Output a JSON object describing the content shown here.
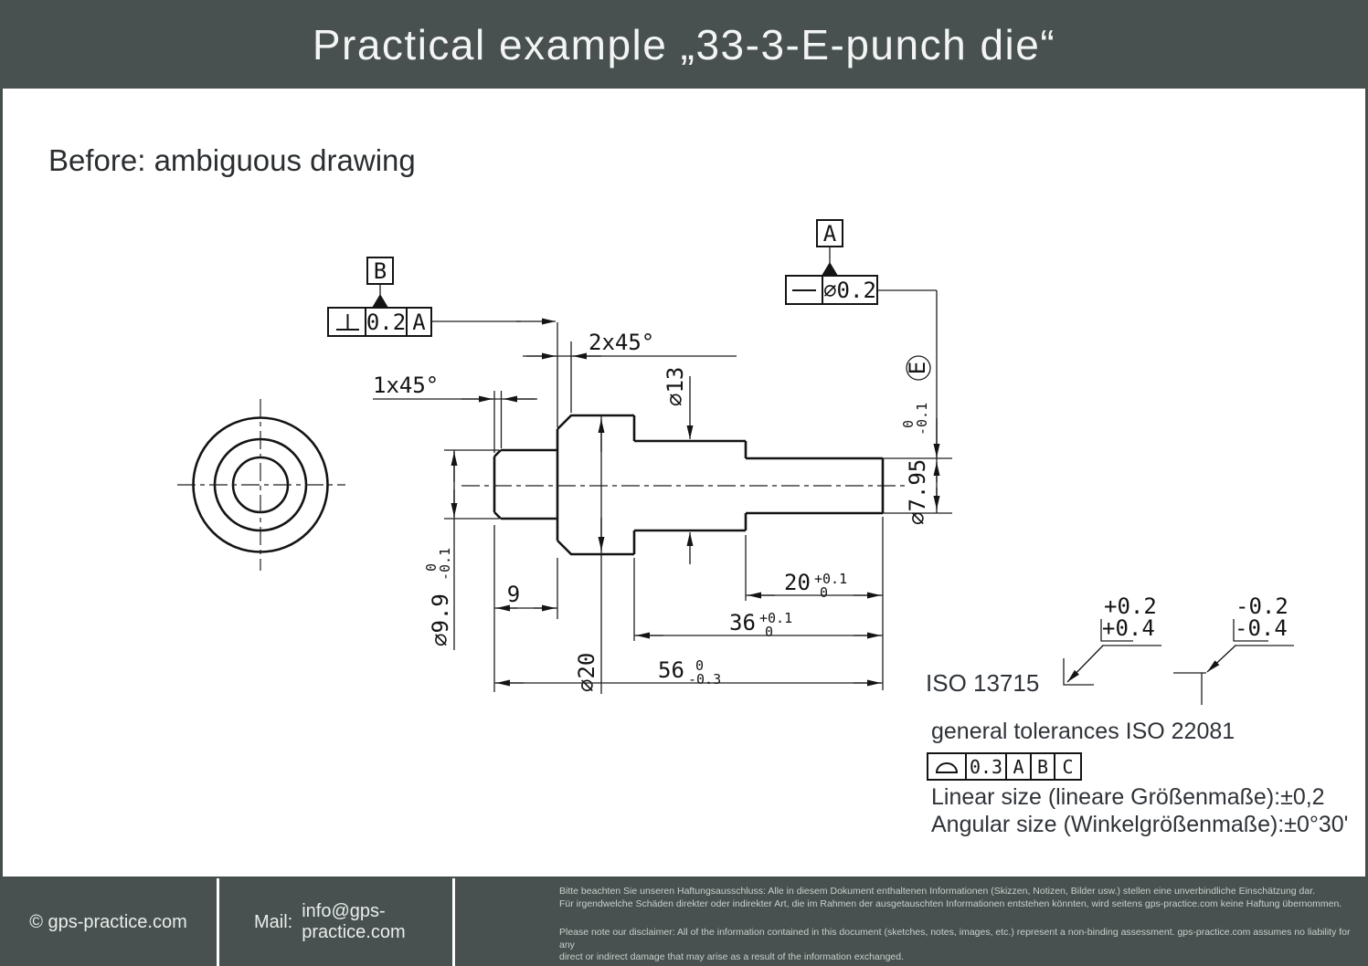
{
  "header": {
    "title": "Practical example „33-3-E-punch die“"
  },
  "content": {
    "heading": "Before: ambiguous drawing"
  },
  "colors": {
    "band": "#48514f",
    "paper": "#ffffff",
    "line": "#141414"
  },
  "drawing": {
    "datum_b": "B",
    "datum_a": "A",
    "fcf_perp": {
      "symbol_name": "perpendicularity",
      "tolerance": "0.2",
      "datum": "A"
    },
    "fcf_straight": {
      "symbol_name": "straightness",
      "tolerance": "⌀0.2"
    },
    "dims": {
      "chamfer1": "1x45°",
      "chamfer2": "2x45°",
      "dia13": "⌀13",
      "dia9_9": {
        "value": "⌀9.9",
        "upper": "0",
        "lower": "-0.1"
      },
      "len9": "9",
      "dia20": "⌀20",
      "len20": {
        "value": "20",
        "upper": "+0.1",
        "lower": "0"
      },
      "len36": {
        "value": "36",
        "upper": "+0.1",
        "lower": "0"
      },
      "len56": {
        "value": "56",
        "upper": "0",
        "lower": "-0.3"
      },
      "dia7_95": {
        "value": "⌀7.95",
        "upper": "0",
        "lower": "-0.1",
        "envelope": "E"
      }
    },
    "edges": {
      "left": {
        "upper": "+0.2",
        "lower": "+0.4"
      },
      "right": {
        "upper": "-0.2",
        "lower": "-0.4"
      }
    }
  },
  "notes": {
    "iso13715": "ISO 13715",
    "general": "general tolerances ISO 22081",
    "fcf": {
      "symbol_name": "surface-profile",
      "tolerance": "0.3",
      "d1": "A",
      "d2": "B",
      "d3": "C"
    },
    "linear": "Linear size (lineare Größenmaße):±0,2",
    "angular": "Angular size (Winkelgrößenmaße):±0°30'"
  },
  "footer": {
    "copyright": "© gps-practice.com",
    "mail_label": "Mail:",
    "mail": "info@gps-practice.com",
    "disclaimer_de": [
      "Bitte beachten Sie unseren Haftungsausschluss: Alle in diesem Dokument enthaltenen Informationen (Skizzen, Notizen, Bilder usw.) stellen eine unverbindliche Einschätzung dar.",
      "Für irgendwelche Schäden direkter oder indirekter Art, die im Rahmen der ausgetauschten Informationen entstehen könnten, wird seitens gps-practice.com keine Haftung übernommen."
    ],
    "disclaimer_en": [
      "Please note our disclaimer: All of the information contained in this document (sketches, notes, images, etc.) represent a non-binding assessment. gps-practice.com assumes no liability for any",
      "direct or indirect damage that may arise as a result of the information exchanged."
    ]
  }
}
